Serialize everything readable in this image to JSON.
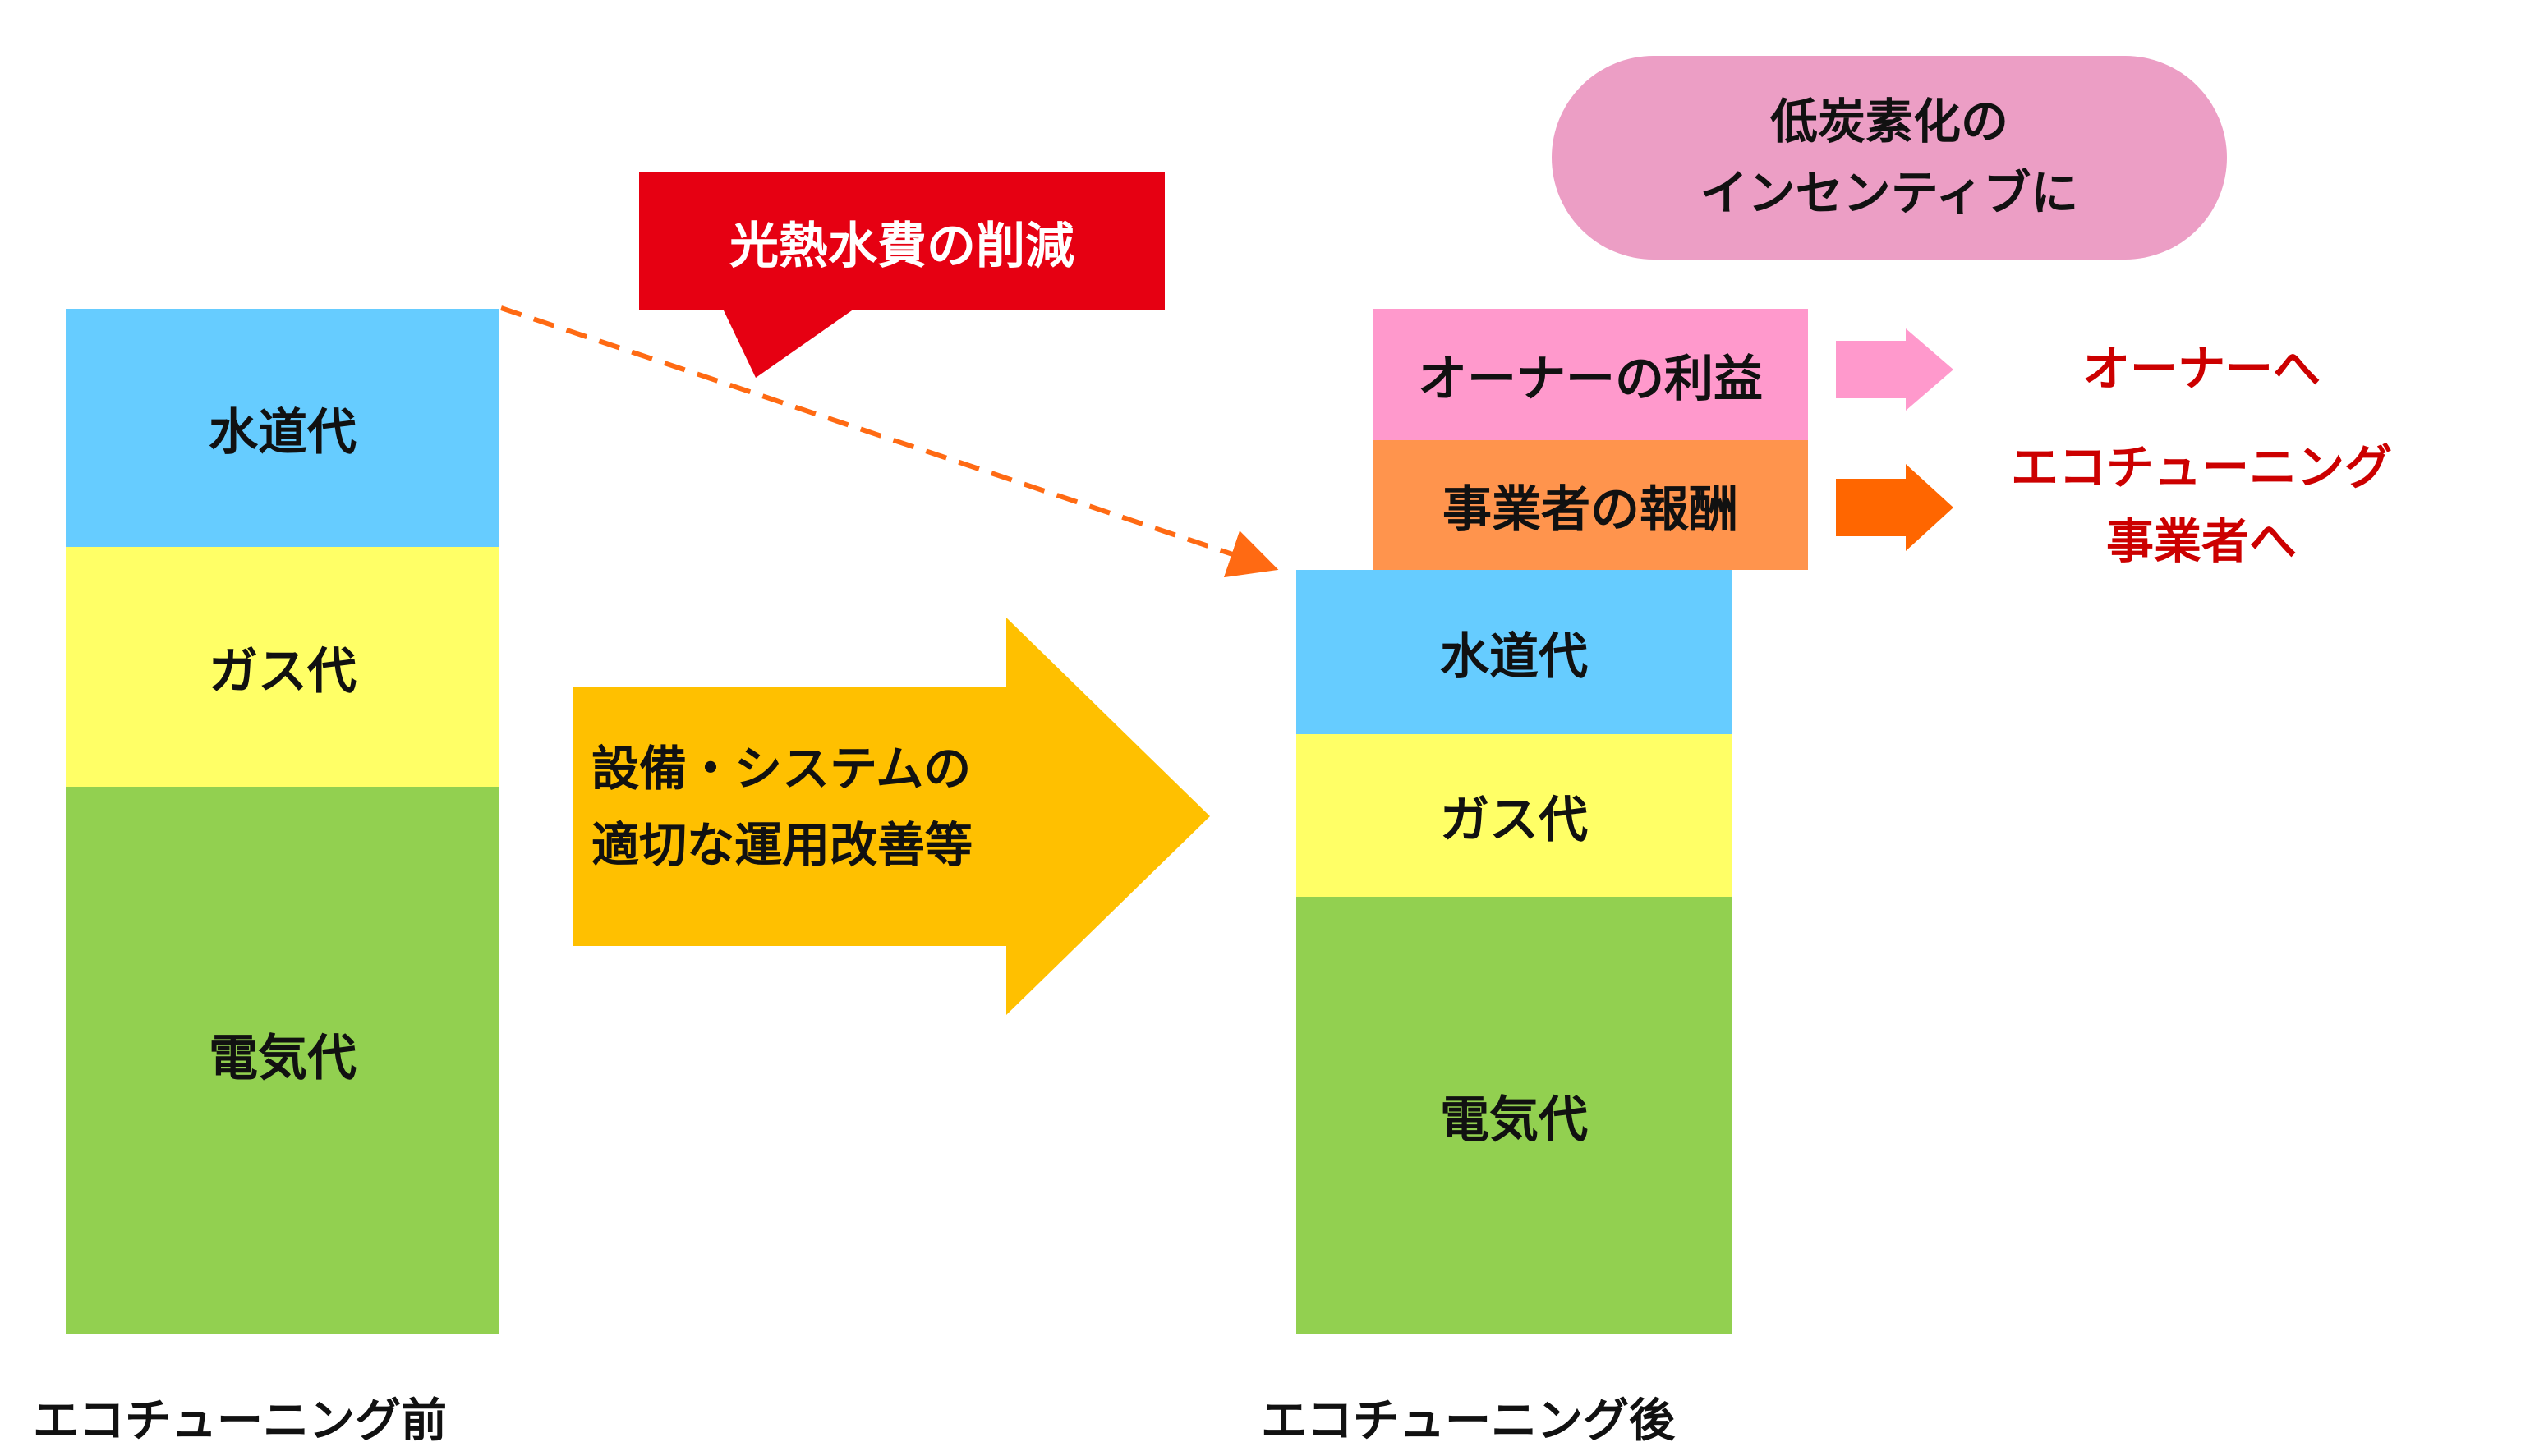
{
  "colors": {
    "water": "#66ccff",
    "gas": "#ffff66",
    "electric": "#92d050",
    "owner": "#ff99cc",
    "operator": "#ff944d",
    "callout": "#e60012",
    "big_arrow": "#ffc000",
    "pill": "#ec9ec5",
    "small_arrow_pink": "#ff99cc",
    "small_arrow_orange": "#ff6600",
    "dashed_arrow": "#ff6a13",
    "red_text": "#cc0000"
  },
  "before": {
    "label": "エコチューニング前",
    "segments": [
      {
        "key": "water",
        "label": "水道代"
      },
      {
        "key": "gas",
        "label": "ガス代"
      },
      {
        "key": "electric",
        "label": "電気代"
      }
    ]
  },
  "after": {
    "label": "エコチューニング後",
    "segments": [
      {
        "key": "water",
        "label": "水道代"
      },
      {
        "key": "gas",
        "label": "ガス代"
      },
      {
        "key": "electric",
        "label": "電気代"
      }
    ],
    "savings_blocks": [
      {
        "key": "owner",
        "label": "オーナーの利益"
      },
      {
        "key": "operator",
        "label": "事業者の報酬"
      }
    ]
  },
  "callout": {
    "text": "光熱水費の削減"
  },
  "big_arrow": {
    "line1": "設備・システムの",
    "line2": "適切な運用改善等"
  },
  "pill": {
    "line1": "低炭素化の",
    "line2": "インセンティブに"
  },
  "destinations": {
    "owner": "オーナーへ",
    "operator_line1": "エコチューニング",
    "operator_line2": "事業者へ"
  },
  "icons": {
    "dashed_arrow": "dashed-arrow-icon",
    "arrow_pink": "arrow-right-icon",
    "arrow_orange": "arrow-right-icon"
  }
}
